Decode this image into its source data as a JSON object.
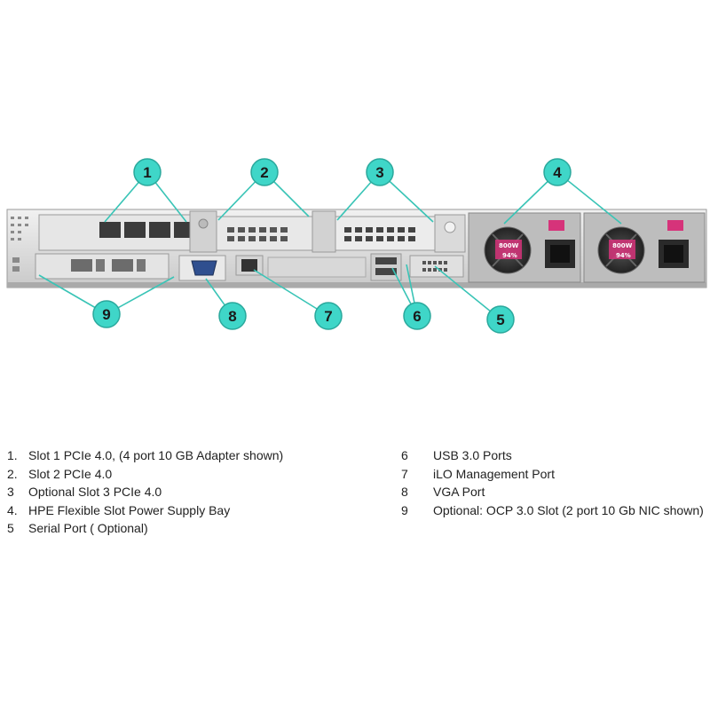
{
  "colors": {
    "callout": "#3fd6c8",
    "callout_border": "#2aa89c",
    "callout_line": "#39c4b6",
    "chassis": "#dcdcdc",
    "psu_accent": "#d6337a"
  },
  "callouts": [
    "1",
    "2",
    "3",
    "4",
    "5",
    "6",
    "7",
    "8",
    "9"
  ],
  "psu_labels": [
    "800W",
    "94%"
  ],
  "legend": {
    "left": [
      {
        "num": "1.",
        "text": "Slot 1 PCIe 4.0, (4 port 10 GB Adapter shown)"
      },
      {
        "num": "2.",
        "text": "Slot 2 PCIe 4.0"
      },
      {
        "num": "3",
        "text": "Optional Slot 3 PCIe 4.0"
      },
      {
        "num": "4.",
        "text": "HPE Flexible Slot Power Supply Bay"
      },
      {
        "num": "5",
        "text": "Serial Port ( Optional)"
      }
    ],
    "right": [
      {
        "num": "6",
        "text": "USB 3.0 Ports"
      },
      {
        "num": "7",
        "text": "iLO Management Port"
      },
      {
        "num": "8",
        "text": "VGA Port"
      },
      {
        "num": "9",
        "text": "Optional: OCP 3.0 Slot (2 port 10 Gb NIC shown)"
      }
    ]
  }
}
